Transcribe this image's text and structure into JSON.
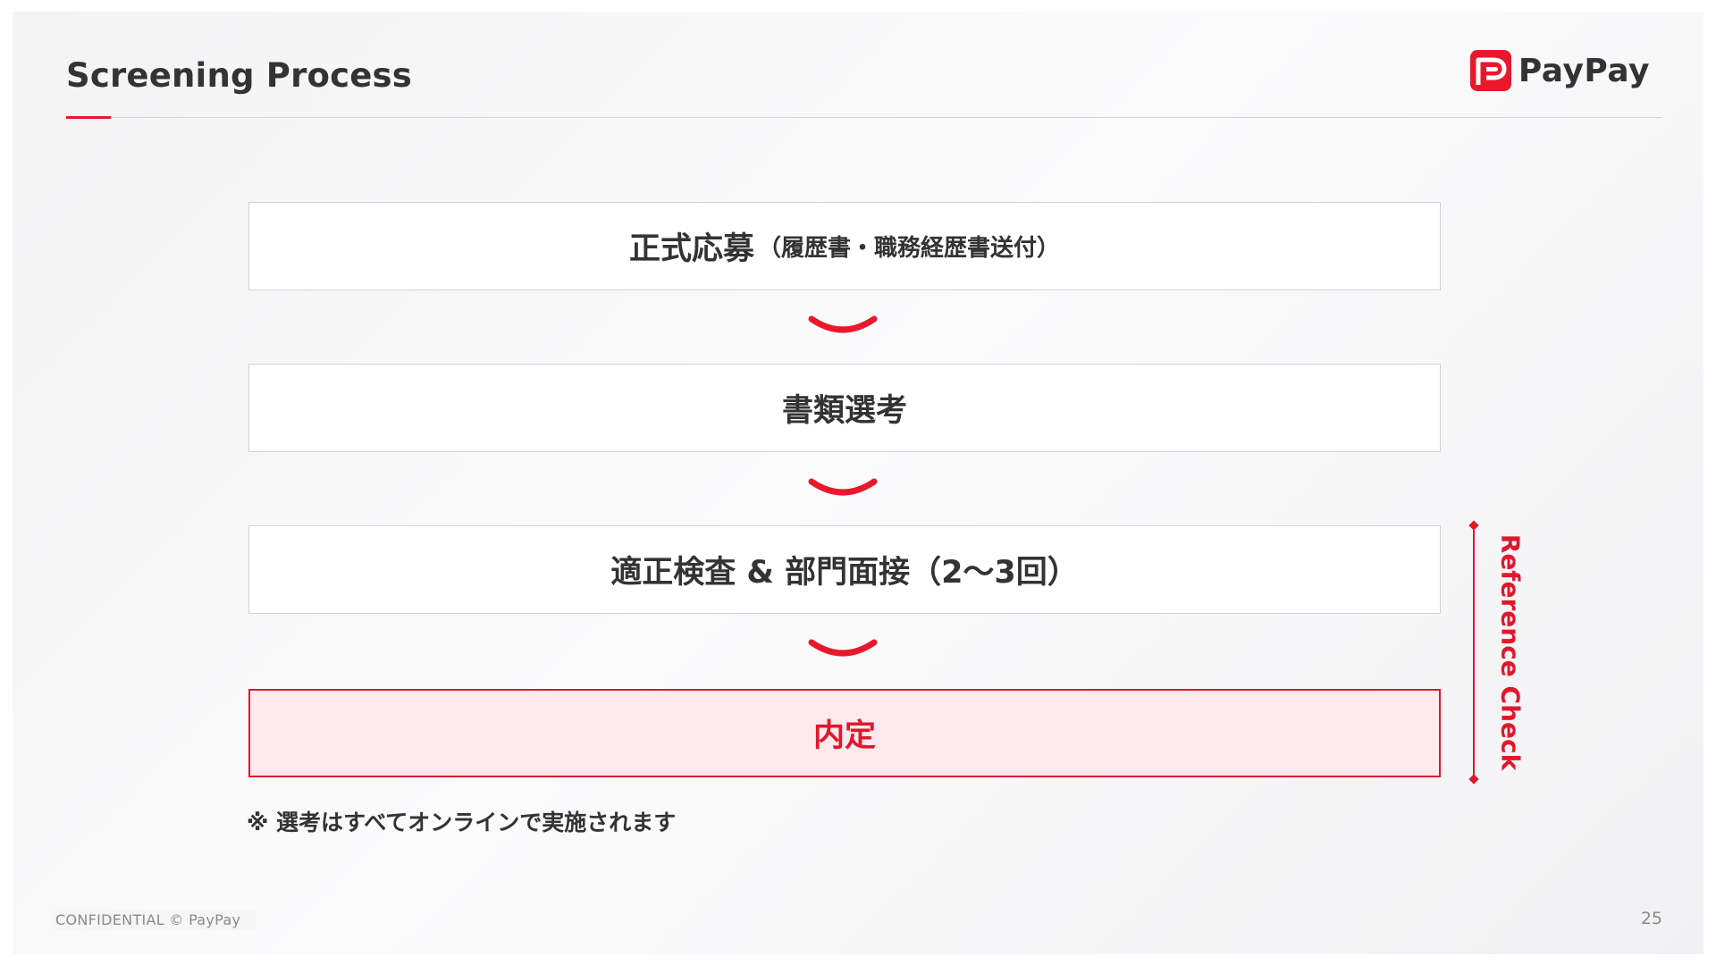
{
  "header": {
    "title": "Screening Process",
    "brand": "PayPay"
  },
  "steps": [
    {
      "main": "正式応募",
      "sub": "（履歴書・職務経歴書送付）"
    },
    {
      "main": "書類選考",
      "sub": ""
    },
    {
      "main": "適正検査 & 部門面接（2〜3回）",
      "sub": ""
    },
    {
      "main": "内定",
      "sub": ""
    }
  ],
  "reference_check": "Reference Check",
  "note": "※ 選考はすべてオンラインで実施されます",
  "footer": {
    "confidential": "CONFIDENTIAL © PayPay",
    "page": "25"
  },
  "colors": {
    "accent": "#e8192c",
    "text": "#333333",
    "final_bg": "#fde9ee"
  },
  "icons": {
    "logo": "paypay-logo-icon",
    "arrow": "chevron-down-icon"
  }
}
